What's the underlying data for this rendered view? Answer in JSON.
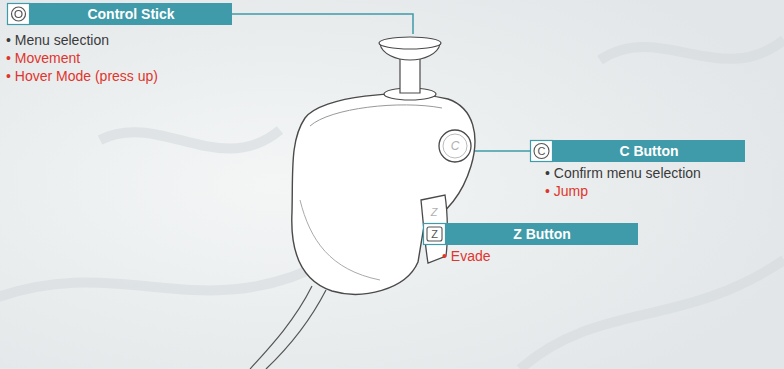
{
  "diagram": {
    "nodes": [
      {
        "text": [
          "Control Stick",
          "• Menu selection",
          "• Movement",
          "• Hover Mode (press up)"
        ]
      },
      {
        "text": [
          "C Button",
          "• Confirm menu selection",
          "• Jump"
        ]
      },
      {
        "text": [
          "Z Button",
          "• Evade"
        ]
      }
    ],
    "labels": [
      "C",
      "C",
      "Z",
      "Z"
    ]
  }
}
